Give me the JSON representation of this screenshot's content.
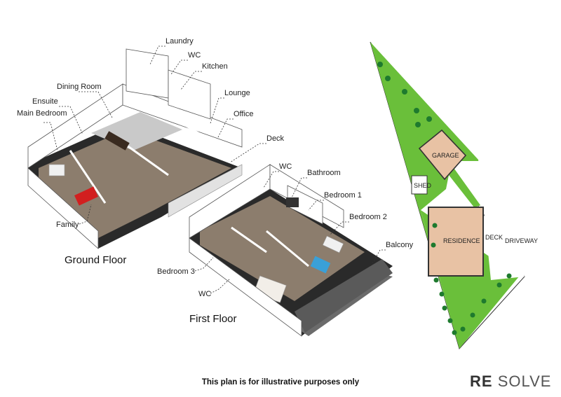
{
  "ground_floor": {
    "title": "Ground Floor",
    "labels": [
      "Laundry",
      "WC",
      "Kitchen",
      "Dining Room",
      "Lounge",
      "Ensuite",
      "Office",
      "Main Bedroom",
      "Deck",
      "Family"
    ]
  },
  "first_floor": {
    "title": "First Floor",
    "labels": [
      "WC",
      "Bathroom",
      "Bedroom 1",
      "Bedroom 2",
      "Balcony",
      "Bedroom 3",
      "WC"
    ]
  },
  "site_plan": {
    "garage": "GARAGE",
    "shed": "SHED",
    "residence": "RESIDENCE",
    "driveway": "DRIVEWAY",
    "deck": "DECK",
    "colors": {
      "lawn": "#6abf3a",
      "building": "#e8c2a4",
      "tree": "#1e7a2e"
    }
  },
  "footer": {
    "disclaimer": "This plan is for illustrative purposes only",
    "brand_bold": "RE",
    "brand_light": "SOLVE"
  }
}
